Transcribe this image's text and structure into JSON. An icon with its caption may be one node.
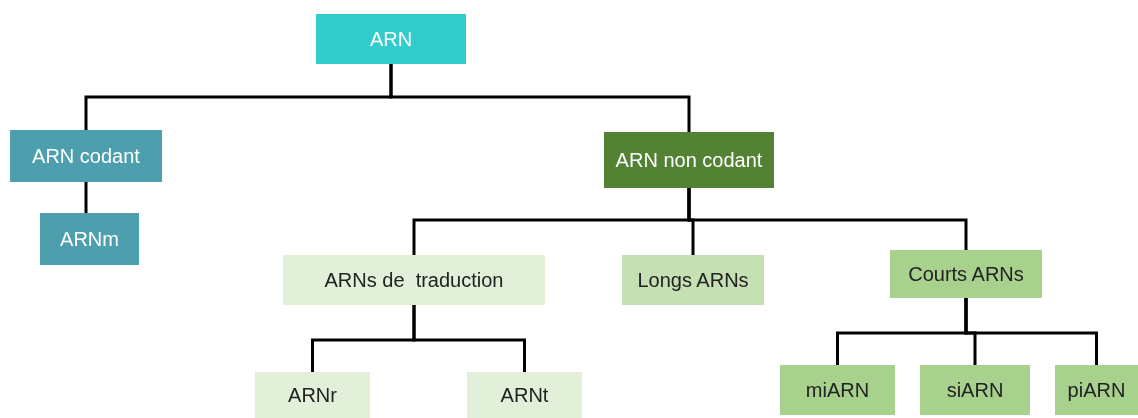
{
  "diagram": {
    "nodes": [
      {
        "text": [
          "ARN"
        ]
      },
      {
        "text": [
          "ARN codant"
        ]
      },
      {
        "text": [
          "ARNm"
        ]
      },
      {
        "text": [
          "ARN non codant"
        ]
      },
      {
        "text": [
          "ARNs de  traduction"
        ]
      },
      {
        "text": [
          "Longs ARNs"
        ]
      },
      {
        "text": [
          "Courts ARNs"
        ]
      },
      {
        "text": [
          "ARNr"
        ]
      },
      {
        "text": [
          "ARNt"
        ]
      },
      {
        "text": [
          "miARN"
        ]
      },
      {
        "text": [
          "siARN"
        ]
      },
      {
        "text": [
          "piARN"
        ]
      }
    ],
    "edges": [
      {
        "from": 0,
        "to": 1,
        "arrow": "none"
      },
      {
        "from": 0,
        "to": 3,
        "arrow": "none"
      },
      {
        "from": 1,
        "to": 2,
        "arrow": "none"
      },
      {
        "from": 3,
        "to": 4,
        "arrow": "none"
      },
      {
        "from": 3,
        "to": 5,
        "arrow": "none"
      },
      {
        "from": 3,
        "to": 6,
        "arrow": "none"
      },
      {
        "from": 4,
        "to": 7,
        "arrow": "none"
      },
      {
        "from": 4,
        "to": 8,
        "arrow": "none"
      },
      {
        "from": 6,
        "to": 9,
        "arrow": "none"
      },
      {
        "from": 6,
        "to": 10,
        "arrow": "none"
      },
      {
        "from": 6,
        "to": 11,
        "arrow": "none"
      }
    ]
  }
}
